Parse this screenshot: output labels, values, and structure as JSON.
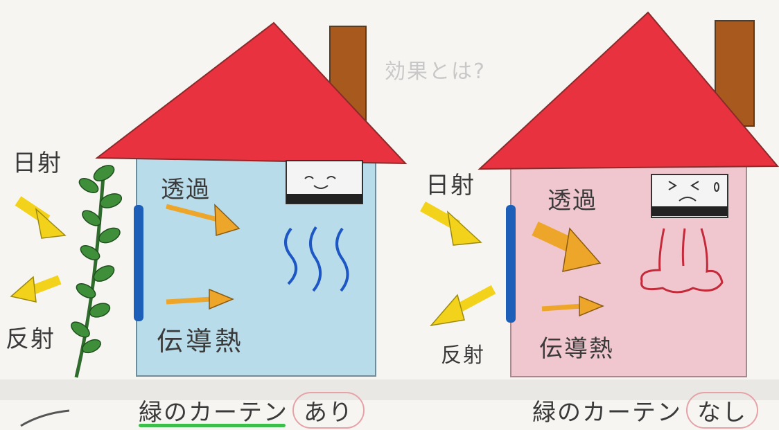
{
  "top_note": "効果とは?",
  "left_house": {
    "sunlight": "日射",
    "reflection": "反射",
    "transmission": "透過",
    "conduction": "伝導熱",
    "caption_main": "緑のカーテン",
    "caption_tag": "あり"
  },
  "right_house": {
    "sunlight": "日射",
    "reflection": "反射",
    "transmission": "透過",
    "conduction": "伝導熱",
    "caption_main": "緑のカーテン",
    "caption_tag": "なし"
  },
  "colors": {
    "roof": "#e8323f",
    "chimney": "#a8591d",
    "left_wall": "#b9dcea",
    "right_wall": "#f0c6cf",
    "sun_arrow": "#f2d21b",
    "heat_arrow": "#eea62a",
    "plant": "#3f8f3a"
  }
}
